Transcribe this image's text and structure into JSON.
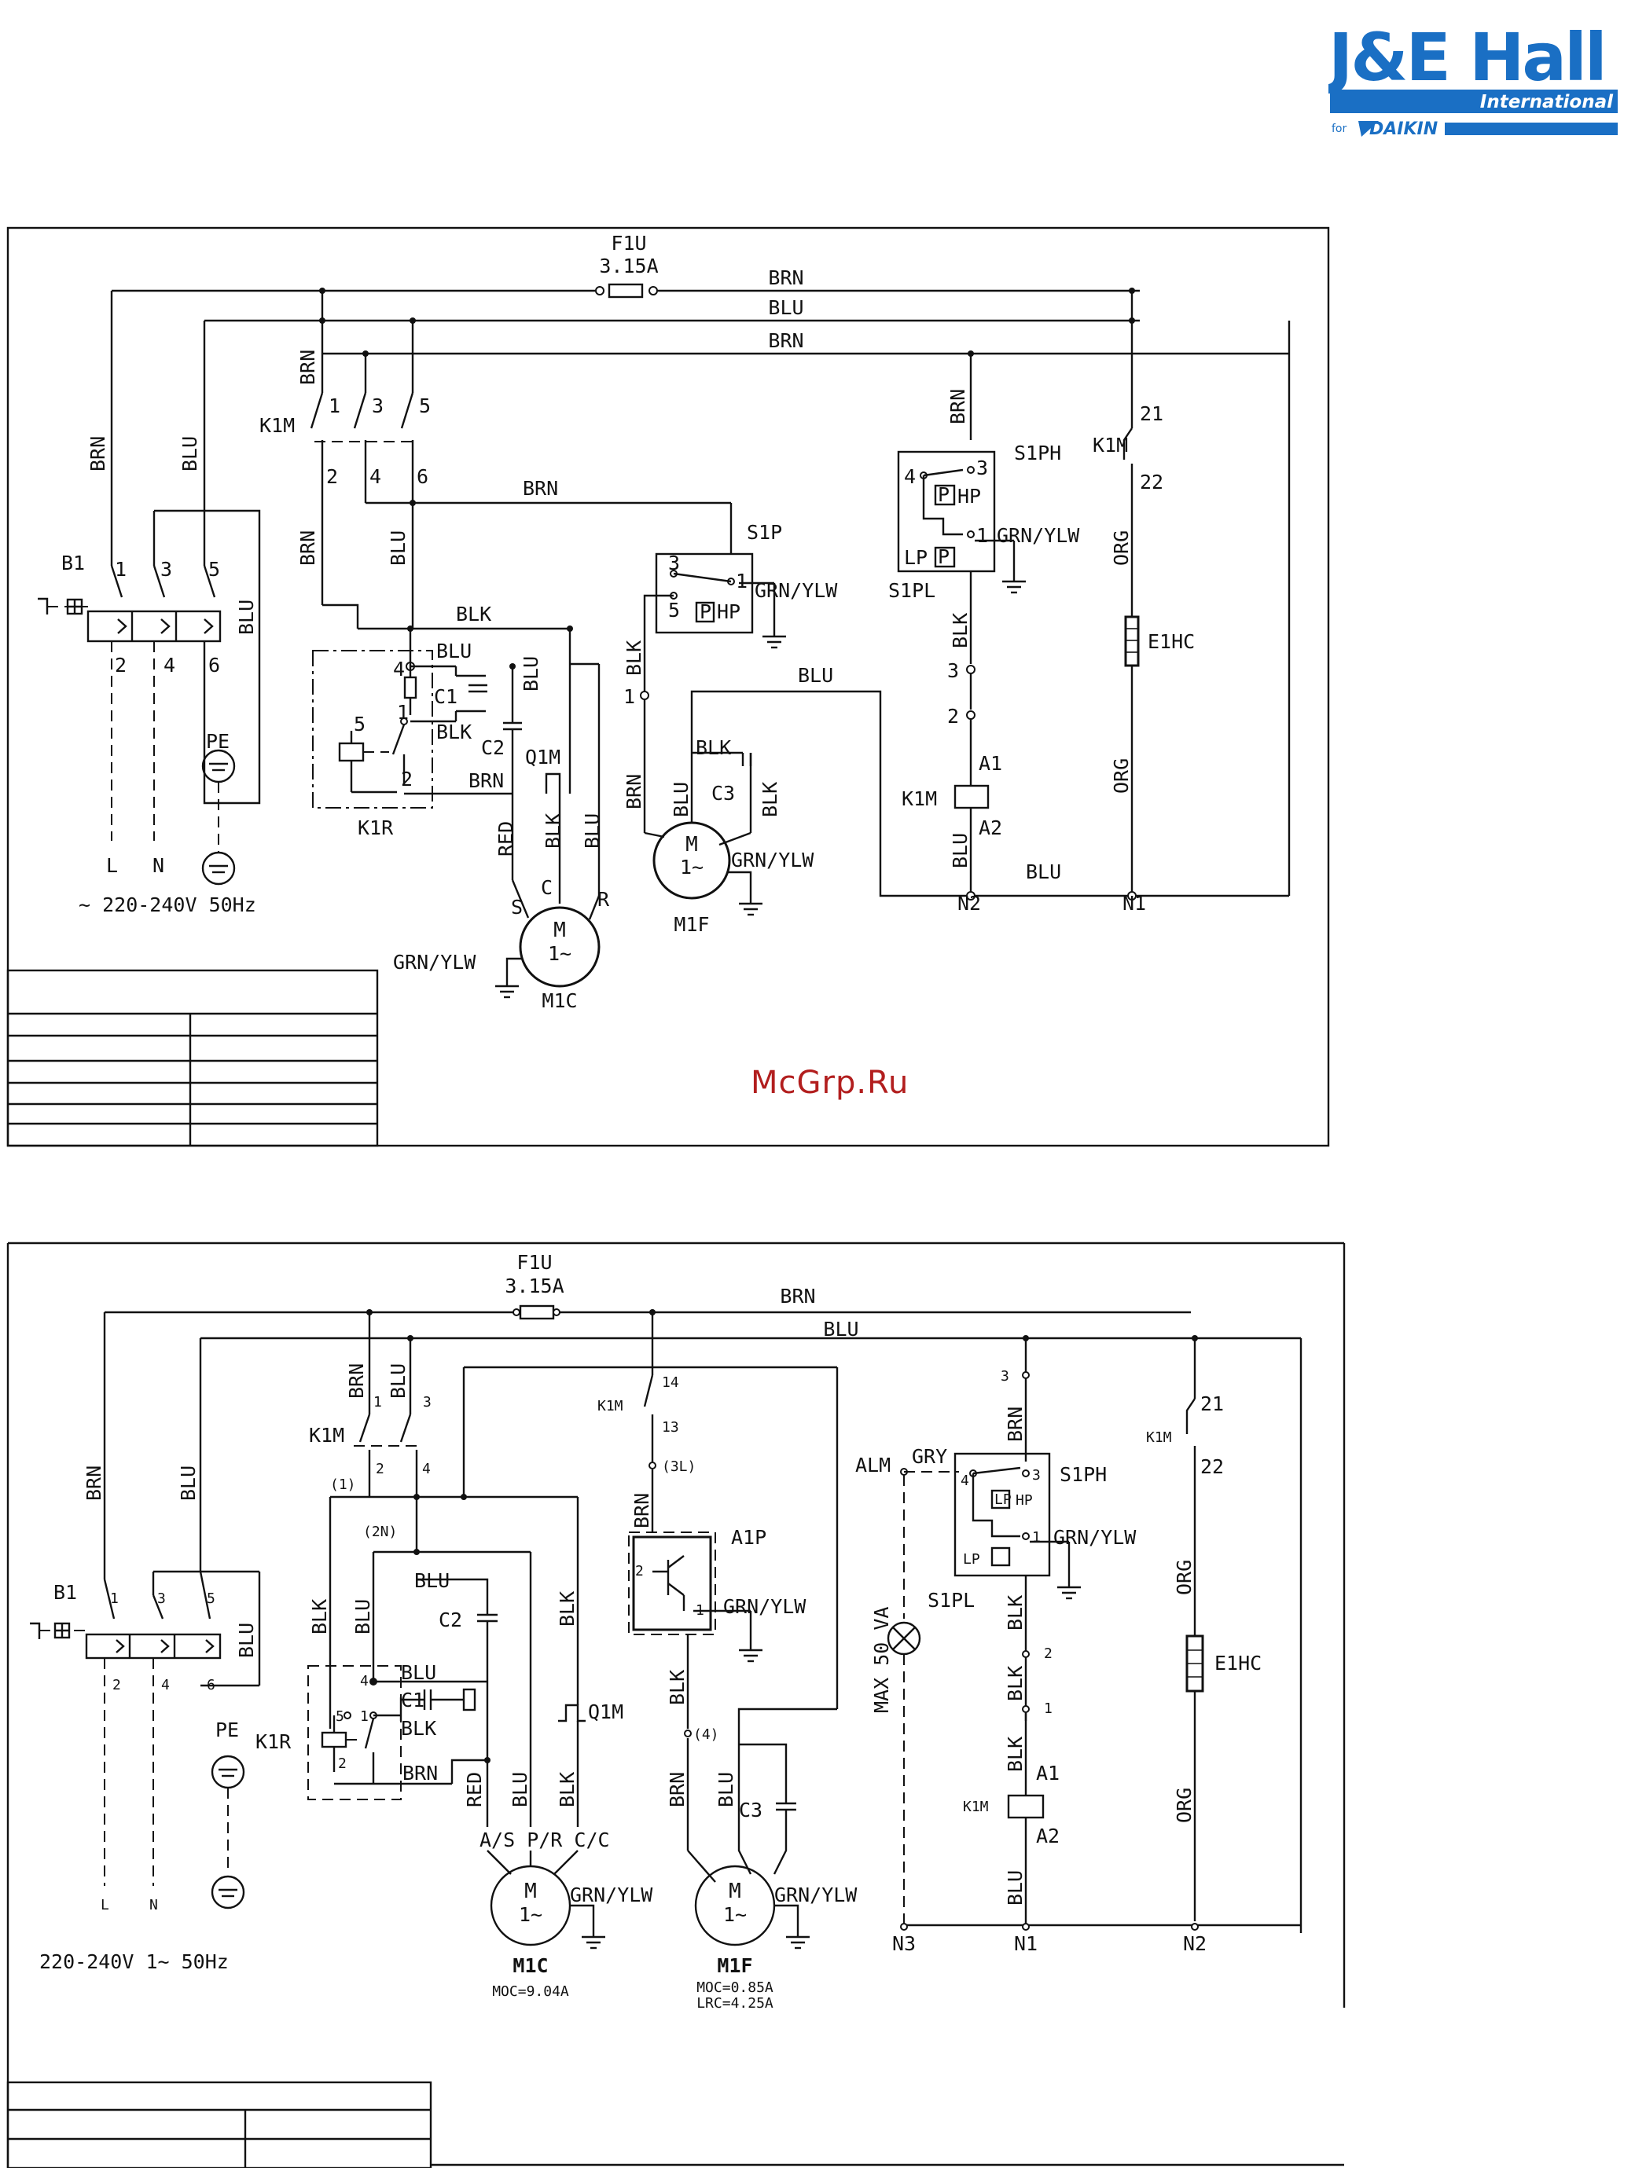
{
  "logo": {
    "line1": "J&E Hall",
    "line2": "International",
    "line3": "for",
    "line4": "DAIKIN",
    "color": "#1a6fc4"
  },
  "watermark": "McGrp.Ru",
  "diagram1": {
    "fuse": "F1U",
    "fuse_rating": "3.15A",
    "wires": {
      "brn": "BRN",
      "blu": "BLU",
      "blk": "BLK",
      "red": "RED",
      "org": "ORG",
      "grnylw": "GRN/YLW"
    },
    "contactor": "K1M",
    "contactor_terms": [
      "1",
      "3",
      "5",
      "2",
      "4",
      "6"
    ],
    "breaker": "B1",
    "breaker_terms": [
      "1",
      "3",
      "5",
      "2",
      "4",
      "6"
    ],
    "pe": "PE",
    "supply_L": "L",
    "supply_N": "N",
    "supply": "~ 220-240V 50Hz",
    "s1p": "S1P",
    "s1p_terms": [
      "3",
      "1",
      "5"
    ],
    "hp": "HP",
    "p": "P",
    "s1ph": "S1PH",
    "s1pl": "S1PL",
    "lp": "LP",
    "ph_terms": [
      "4",
      "3",
      "1"
    ],
    "k1r": "K1R",
    "k1r_terms": [
      "4",
      "1",
      "5",
      "2"
    ],
    "c1": "C1",
    "c2": "C2",
    "c3": "C3",
    "q1m": "Q1M",
    "m1c": "M1C",
    "m1f": "M1F",
    "motor_m": "M",
    "motor_phase": "1~",
    "motor_terms": [
      "S",
      "C",
      "R"
    ],
    "e1hc": "E1HC",
    "k1m_aux": [
      "21",
      "22"
    ],
    "coil_terms": [
      "A1",
      "A2"
    ],
    "chain_terms": [
      "3",
      "2",
      "1"
    ],
    "neutrals": [
      "N2",
      "N1"
    ]
  },
  "diagram2": {
    "fuse": "F1U",
    "fuse_rating": "3.15A",
    "wires": {
      "brn": "BRN",
      "blu": "BLU",
      "blk": "BLK",
      "red": "RED",
      "org": "ORG",
      "grnylw": "GRN/YLW",
      "gry": "GRY"
    },
    "contactor": "K1M",
    "contactor_terms": [
      "1",
      "3",
      "2",
      "4"
    ],
    "breaker": "B1",
    "breaker_terms": [
      "1",
      "3",
      "5",
      "2",
      "4",
      "6"
    ],
    "pe": "PE",
    "supply_L": "L",
    "supply_N": "N",
    "supply": "220-240V 1~ 50Hz",
    "nodes": [
      "(1)",
      "(2N)",
      "(3L)",
      "(4)"
    ],
    "aux_terms": [
      "14",
      "13"
    ],
    "a1p": "A1P",
    "a1p_terms": [
      "2",
      "1"
    ],
    "alm": "ALM",
    "lamp": "MAX 50 VA",
    "s1ph": "S1PH",
    "s1pl": "S1PL",
    "lp": "LP",
    "hp": "HP",
    "ph_terms": [
      "4",
      "3",
      "1"
    ],
    "k1r": "K1R",
    "k1r_terms": [
      "4",
      "5",
      "1",
      "2"
    ],
    "c1": "C1",
    "c2": "C2",
    "c3": "C3",
    "q1m": "Q1M",
    "m1c": "M1C",
    "m1f": "M1F",
    "motor_m": "M",
    "motor_phase": "1~",
    "m1c_terms": "A/S P/R C/C",
    "m1c_moc": "MOC=9.04A",
    "m1f_moc": "MOC=0.85A",
    "m1f_lrc": "LRC=4.25A",
    "e1hc": "E1HC",
    "k1m_aux": [
      "21",
      "22"
    ],
    "coil_terms": [
      "A1",
      "A2"
    ],
    "chain_terms": [
      "3",
      "2",
      "1"
    ],
    "neutrals": [
      "N3",
      "N1",
      "N2"
    ]
  }
}
